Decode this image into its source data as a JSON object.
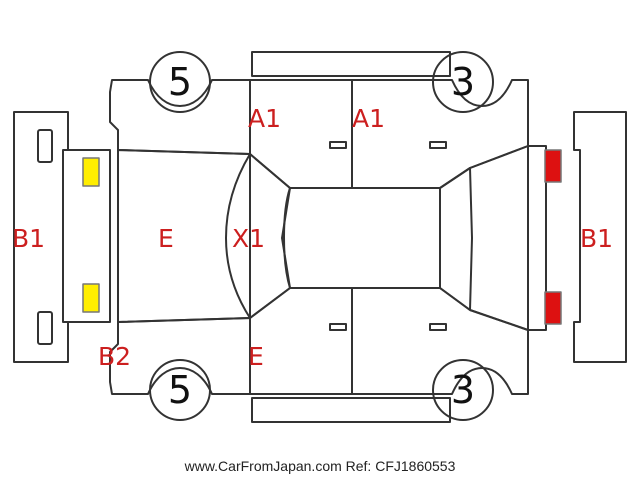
{
  "colors": {
    "outline": "#333333",
    "label": "#cc1f1f",
    "marker_yellow": "#ffee00",
    "marker_red": "#dd1111"
  },
  "wheel_numbers": {
    "front_left": "5",
    "rear_left": "3",
    "front_right": "5",
    "rear_right": "3"
  },
  "labels": {
    "a1_front_door": "A1",
    "a1_rear_door": "A1",
    "b1_front_bumper": "B1",
    "b1_rear_bumper": "B1",
    "e_hood": "E",
    "x1_windshield": "X1",
    "b2_corner": "B2",
    "e_lower_front": "E"
  },
  "markers": [
    {
      "id": "front-left-light",
      "color": "yellow"
    },
    {
      "id": "front-right-light",
      "color": "yellow"
    },
    {
      "id": "rear-left-light",
      "color": "red"
    },
    {
      "id": "rear-right-light",
      "color": "red"
    }
  ],
  "footer": {
    "text": "www.CarFromJapan.com Ref: CFJ1860553"
  }
}
